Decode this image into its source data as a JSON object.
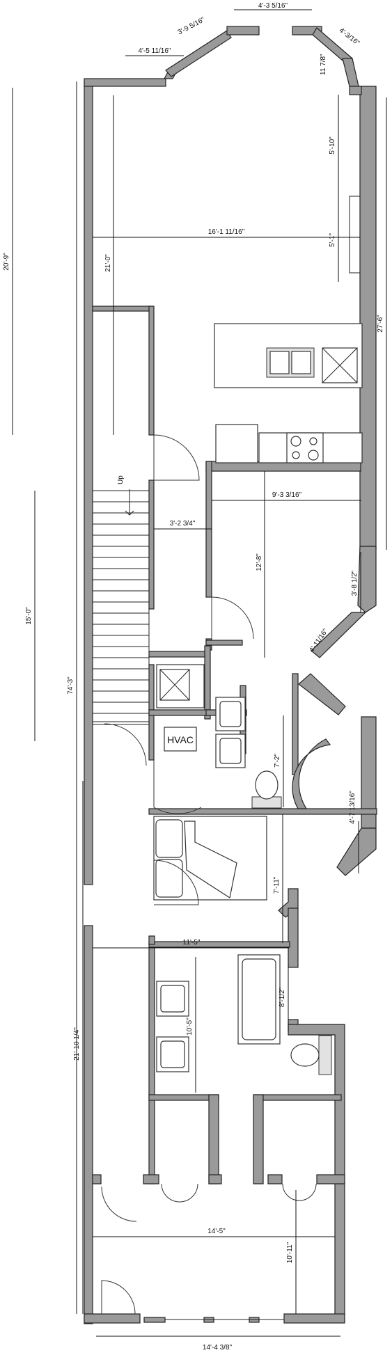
{
  "dimensions": {
    "bay_top": "4'-3 5/16\"",
    "bay_left_diag": "3'-9 5/16\"",
    "bay_right_diag": "4'-3/16\"",
    "front_left": "4'-5 11/16\"",
    "front_right_small": "11 7/8\"",
    "window_1": "5'-10\"",
    "window_2": "5'-1\"",
    "living_width": "16'-1 11/16\"",
    "living_depth": "21'-0\"",
    "front_zone": "20'-9\"",
    "right_long": "27'-6\"",
    "kitchen_width": "9'-3 3/16\"",
    "hall_width": "3'-2 3/4\"",
    "kitchen_depth": "12'-8\"",
    "bay2_small": "3'-8 1/2\"",
    "bay2_diag": "4'-11/16\"",
    "stair_zone": "15'-0\"",
    "overall_length": "74'-3\"",
    "bath1_depth": "7'-2\"",
    "bay3_right": "4'-7 13/16\"",
    "laundry_depth": "7'-11\"",
    "bed_width": "11'-5\"",
    "tub_depth": "8'-1/2\"",
    "bath2_depth": "10'-5\"",
    "rear_zone": "21'-10 1/4\"",
    "rear_width": "14'-5\"",
    "rear_depth": "10'-11\"",
    "overall_width": "14'-4 3/8\""
  },
  "labels": {
    "stair_up": "Up",
    "hvac": "HVAC"
  }
}
